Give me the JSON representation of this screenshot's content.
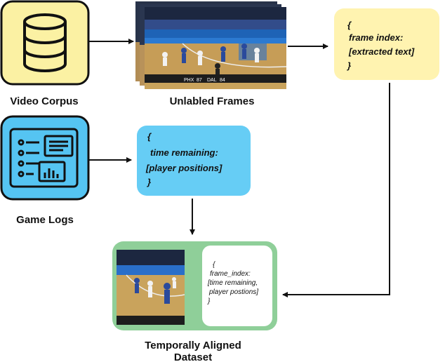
{
  "nodes": {
    "video_corpus": {
      "label": "Video Corpus"
    },
    "unlabeled_frames": {
      "label": "Unlabled Frames"
    },
    "frame_json": {
      "line1": "{",
      "line2": "frame index:",
      "line3": "[extracted text]",
      "line4": "}"
    },
    "game_logs": {
      "label": "Game Logs"
    },
    "log_json": {
      "line1": "{",
      "line2": "time remaining:",
      "line3": "[player positions]",
      "line4": "}"
    },
    "dataset": {
      "label_line1": "Temporally Aligned",
      "label_line2": "Dataset",
      "json": {
        "line1": "{",
        "line2": "frame_index:",
        "line3": "[time remaining,",
        "line4": "player postions]",
        "line5": "}"
      }
    }
  },
  "scoreboard": {
    "team1": "PHX",
    "score1": "87",
    "team2": "DAL",
    "score2": "84"
  },
  "colors": {
    "corpus_fill": "#fbf1a3",
    "frame_json_fill": "#fff3b0",
    "logs_fill": "#55c4f2",
    "log_json_fill": "#66cdf5",
    "dataset_fill": "#8fcf99",
    "court": "#c9a35c"
  }
}
